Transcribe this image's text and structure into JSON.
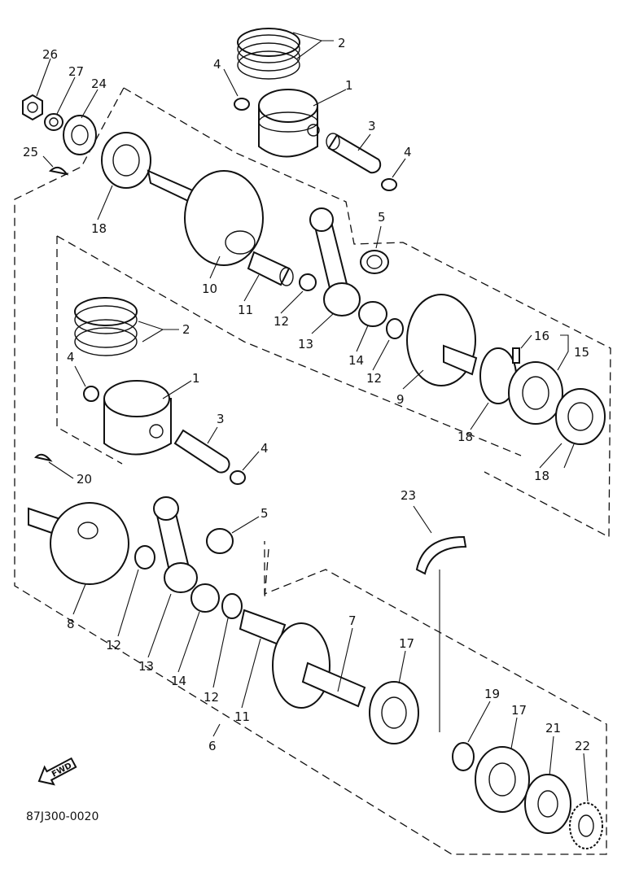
{
  "callouts": {
    "c26": "26",
    "c27": "27",
    "c24": "24",
    "c25": "25",
    "c18a": "18",
    "c2a": "2",
    "c4a": "4",
    "c1a": "1",
    "c3a": "3",
    "c4b": "4",
    "c5a": "5",
    "c10": "10",
    "c11a": "11",
    "c12a": "12",
    "c13a": "13",
    "c14a": "14",
    "c12b": "12",
    "c9": "9",
    "c16": "16",
    "c15": "15",
    "c18b": "18",
    "c18c": "18",
    "c2b": "2",
    "c4c": "4",
    "c1b": "1",
    "c3b": "3",
    "c4d": "4",
    "c20": "20",
    "c5b": "5",
    "c23": "23",
    "c8": "8",
    "c12c": "12",
    "c13b": "13",
    "c14b": "14",
    "c12d": "12",
    "c11b": "11",
    "c7": "7",
    "c17a": "17",
    "c6": "6",
    "c19": "19",
    "c17b": "17",
    "c21": "21",
    "c22": "22"
  },
  "fwd_arrow": "FWD",
  "drawing_code": "87J300-0020"
}
